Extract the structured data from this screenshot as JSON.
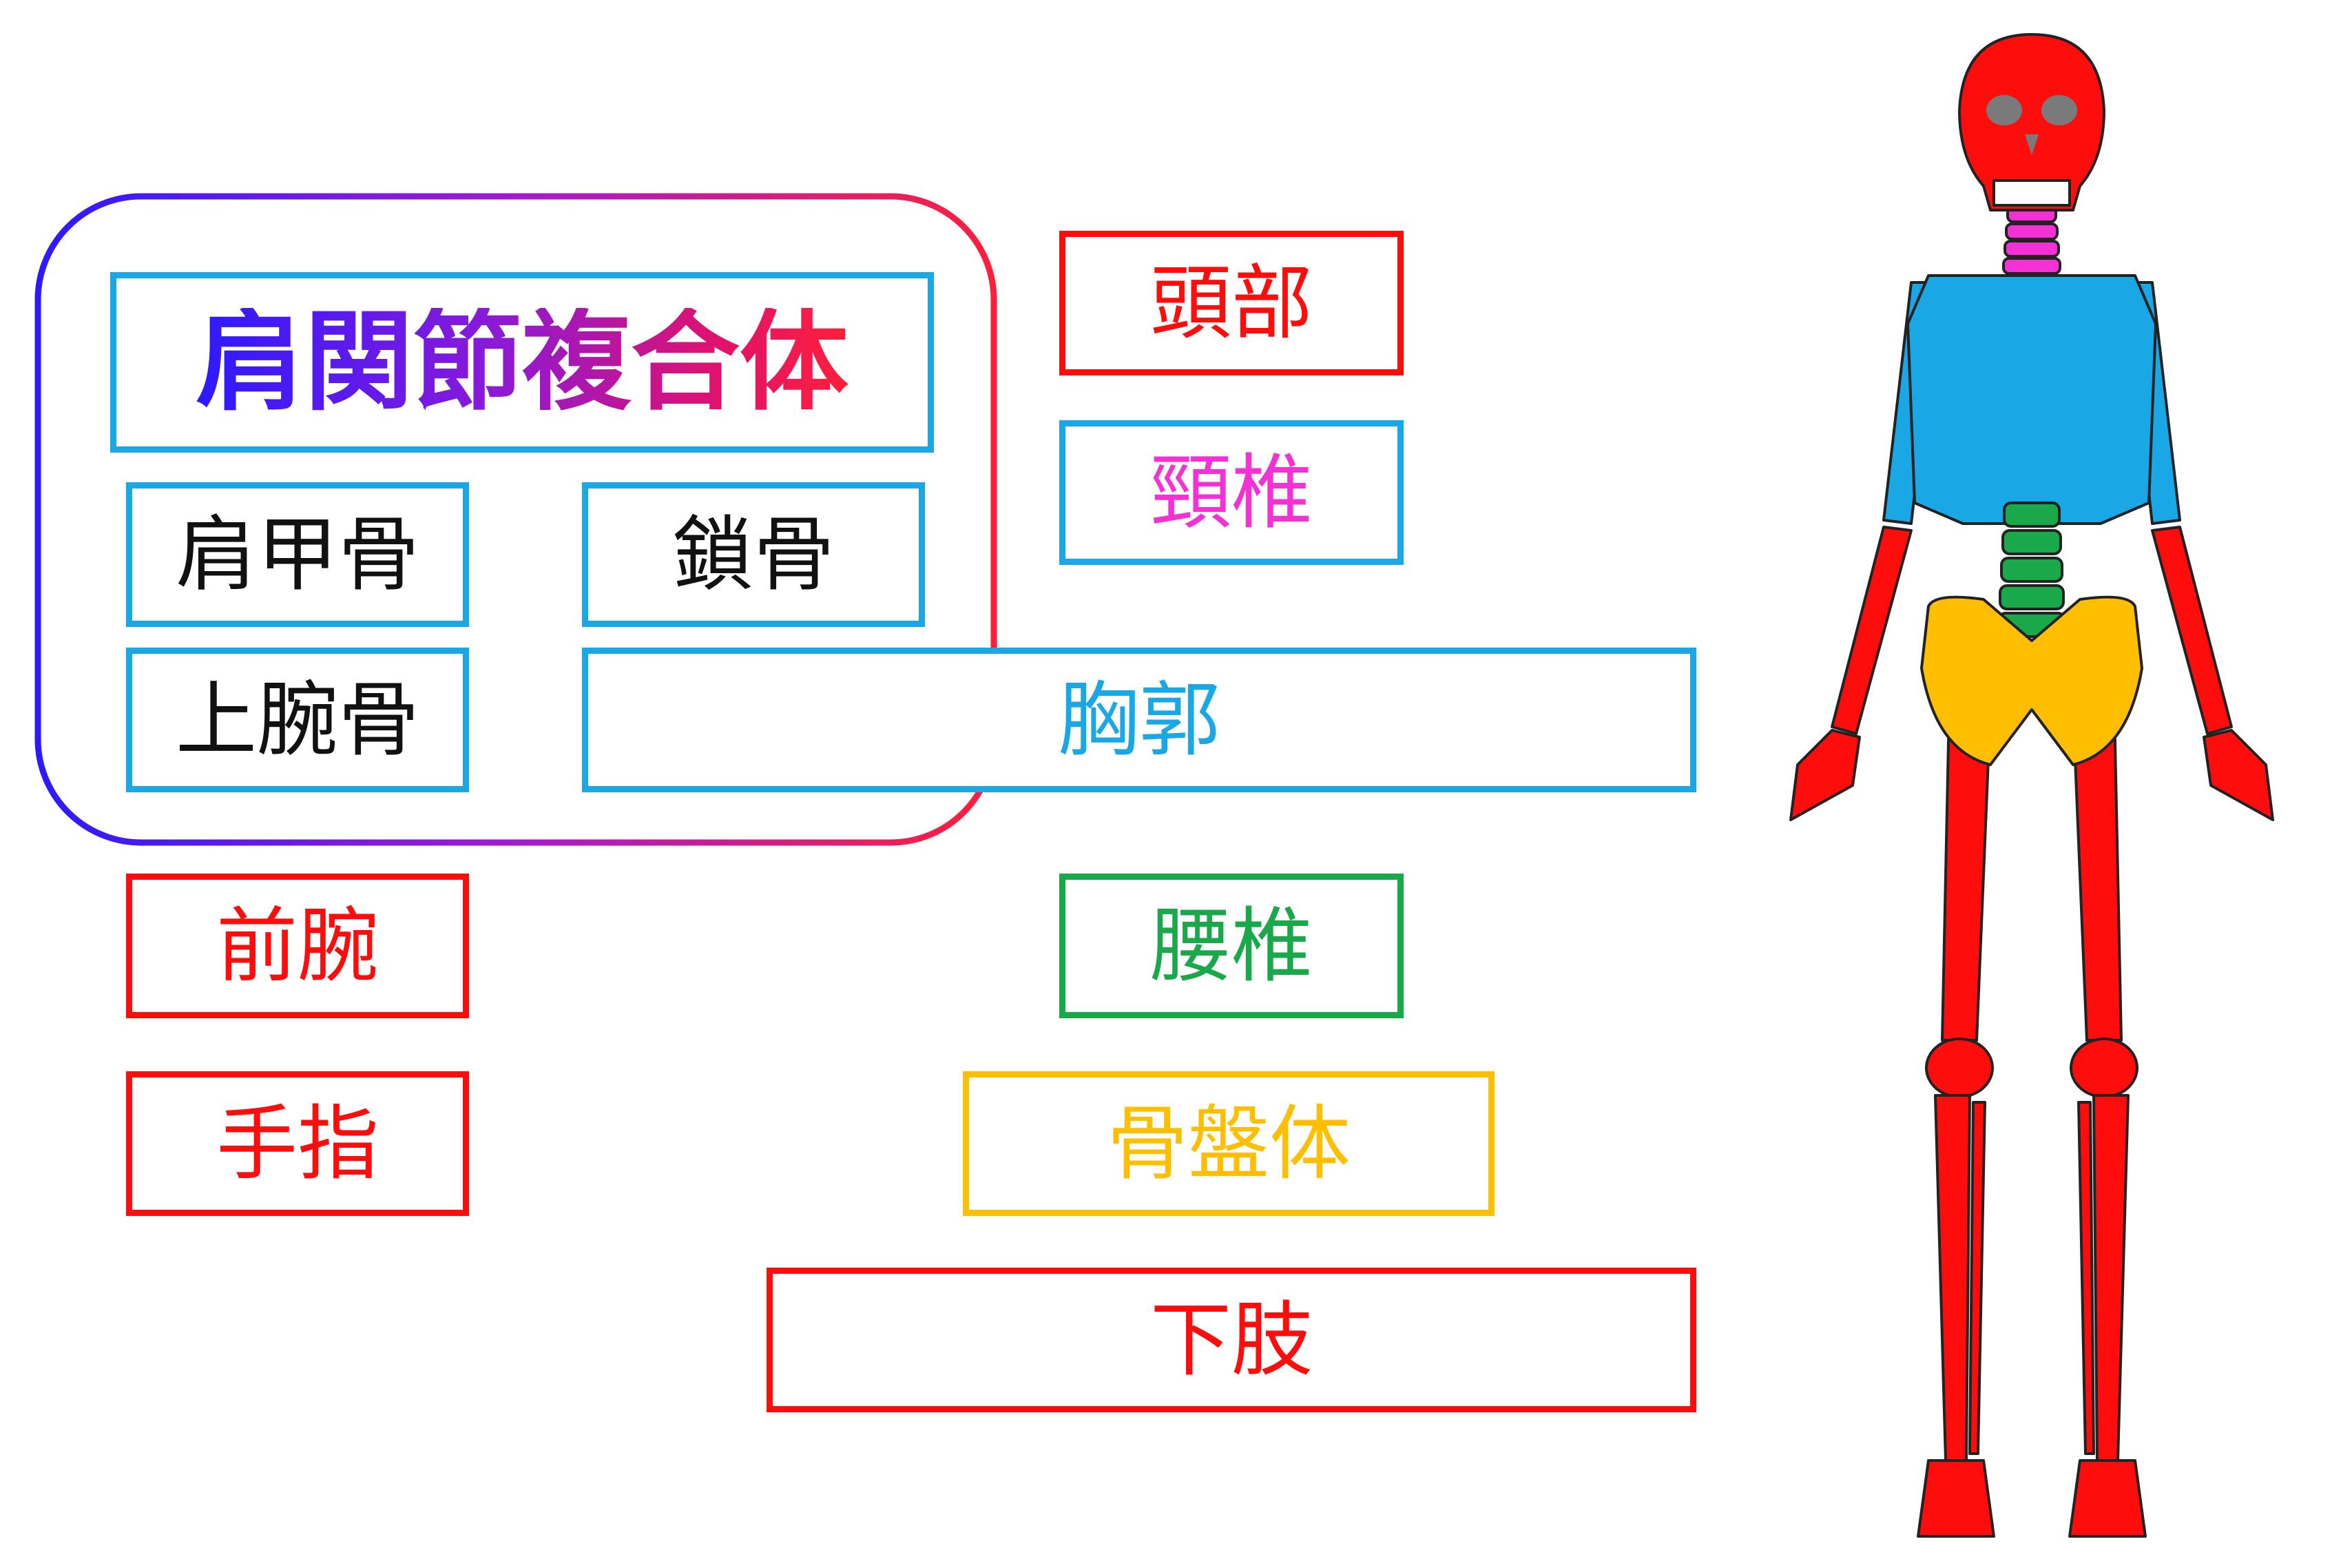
{
  "colors": {
    "red": "#ff0d0d",
    "blue": "#1aa7e6",
    "magenta": "#f531d6",
    "green": "#19a84a",
    "yellow": "#ffbf00",
    "black": "#111111",
    "group_gradient_start": "#2c1aff",
    "group_gradient_end": "#ff1f3a"
  },
  "group": {
    "title": "肩関節複合体",
    "items": {
      "scapula": "肩甲骨",
      "clavicle": "鎖骨",
      "humerus": "上腕骨"
    }
  },
  "regions": {
    "head": "頭部",
    "cervical": "頸椎",
    "thorax": "胸郭",
    "forearm": "前腕",
    "lumbar": "腰椎",
    "hand": "手指",
    "pelvis": "骨盤体",
    "lower_limb": "下肢"
  }
}
